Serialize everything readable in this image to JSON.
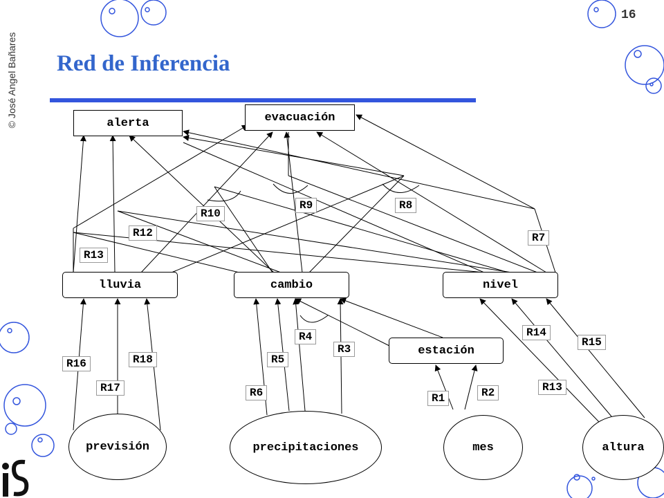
{
  "header": {
    "copyright": "© José Angel Bañares",
    "page_number": "16",
    "title": "Red de Inferencia"
  },
  "colors": {
    "title": "#3366cc",
    "rule": "#3355dd",
    "bubbles": "#3355dd"
  },
  "nodes": {
    "alerta": "alerta",
    "evacuacion": "evacuación",
    "lluvia": "lluvia",
    "cambio": "cambio",
    "nivel": "nivel",
    "estacion": "estación",
    "prevision": "previsión",
    "precipitaciones": "precipitaciones",
    "mes": "mes",
    "altura": "altura"
  },
  "rules": {
    "r1": "R1",
    "r2": "R2",
    "r3": "R3",
    "r4": "R4",
    "r5": "R5",
    "r6": "R6",
    "r7": "R7",
    "r8": "R8",
    "r9": "R9",
    "r10": "R10",
    "r12": "R12",
    "r13_top": "R13",
    "r13_bottom": "R13",
    "r14": "R14",
    "r15": "R15",
    "r16": "R16",
    "r17": "R17",
    "r18": "R18"
  },
  "logo": {
    "icon": "is-logo-icon"
  }
}
